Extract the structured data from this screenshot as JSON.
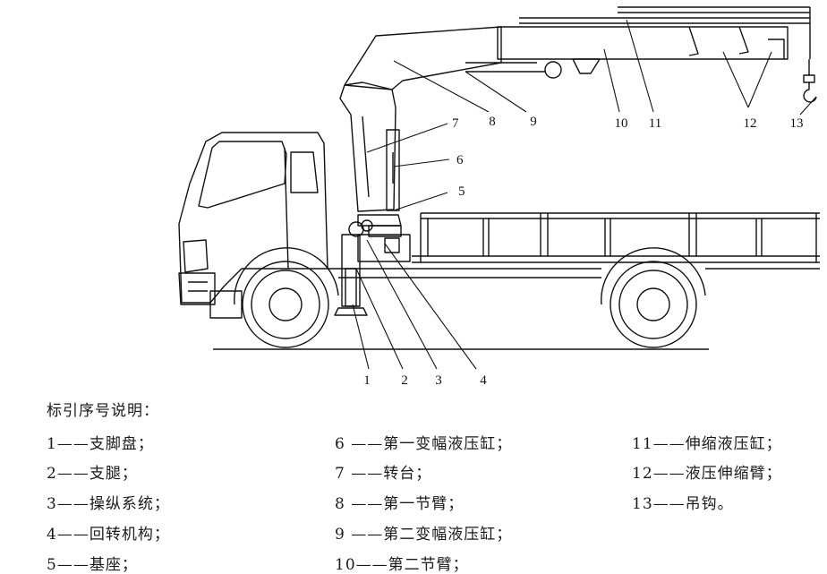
{
  "diagram": {
    "callouts": [
      "1",
      "2",
      "3",
      "4",
      "5",
      "6",
      "7",
      "8",
      "9",
      "10",
      "11",
      "12",
      "13"
    ]
  },
  "legend": {
    "title": "标引序号说明：",
    "items": [
      "1——支脚盘；",
      "2——支腿；",
      "3——操纵系统；",
      "4——回转机构；",
      "5——基座；",
      "6 ——第一变幅液压缸；",
      "7 ——转台；",
      "8 ——第一节臂；",
      "9 ——第二变幅液压缸；",
      "10——第二节臂；",
      "11——伸缩液压缸；",
      "12——液压伸缩臂；",
      "13——吊钩。"
    ]
  }
}
